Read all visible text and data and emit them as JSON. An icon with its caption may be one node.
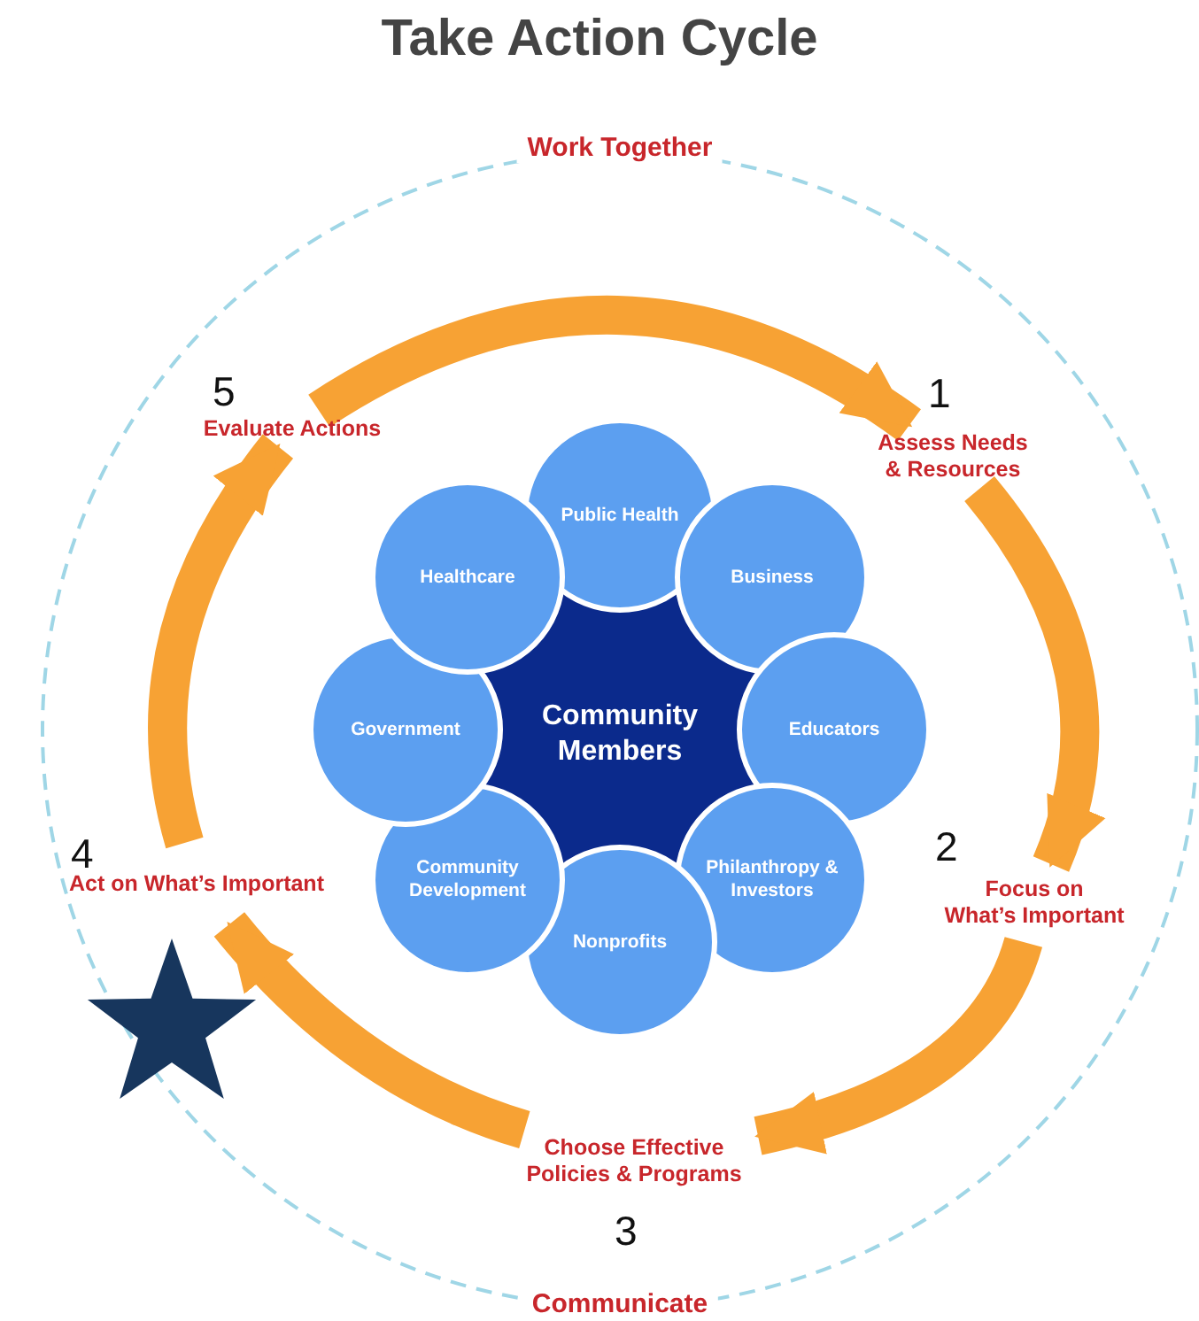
{
  "diagram": {
    "title": "Take Action Cycle",
    "nodes": [
      {
        "text": [
          "Assess Needs & Resources"
        ],
        "beside": [
          "1"
        ]
      },
      {
        "text": [
          "Focus on What’s Important"
        ],
        "beside": [
          "2"
        ]
      },
      {
        "text": [
          "Choose Effective Policies & Programs"
        ],
        "beside": [
          "3"
        ]
      },
      {
        "text": [
          "Act on What’s Important"
        ],
        "beside": [
          "4"
        ]
      },
      {
        "text": [
          "Evaluate Actions"
        ],
        "beside": [
          "5"
        ]
      },
      {
        "text": [
          "Community Members"
        ]
      },
      {
        "text": [
          "Public Health"
        ]
      },
      {
        "text": [
          "Business"
        ]
      },
      {
        "text": [
          "Educators"
        ]
      },
      {
        "text": [
          "Philanthropy & Investors"
        ]
      },
      {
        "text": [
          "Nonprofits"
        ]
      },
      {
        "text": [
          "Community Development"
        ]
      },
      {
        "text": [
          "Government"
        ]
      },
      {
        "text": [
          "Healthcare"
        ]
      }
    ],
    "edges": [
      {
        "from": 4,
        "to": 0,
        "arrow": "to"
      },
      {
        "from": 0,
        "to": 1,
        "arrow": "to"
      },
      {
        "from": 1,
        "to": 2,
        "arrow": "to"
      },
      {
        "from": 2,
        "to": 3,
        "arrow": "to"
      },
      {
        "from": 3,
        "to": 4,
        "arrow": "to"
      }
    ],
    "labels": [
      "Work Together",
      "Communicate"
    ]
  }
}
